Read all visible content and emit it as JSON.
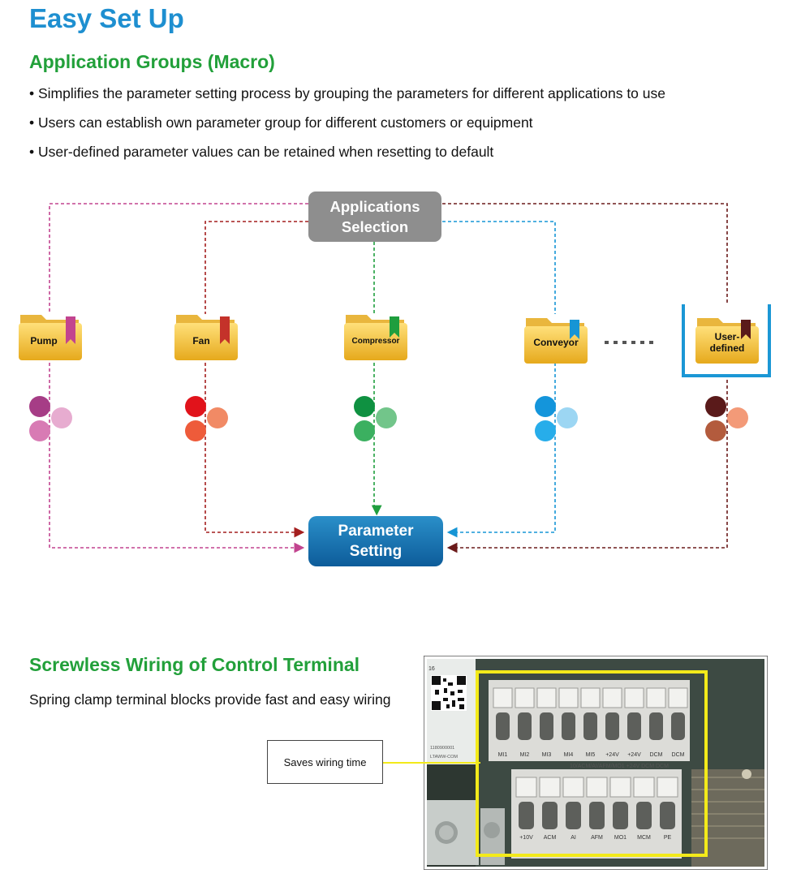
{
  "page": {
    "title": "Easy Set Up",
    "section1_heading": "Application Groups (Macro)",
    "bullets": [
      "• Simplifies the parameter setting process by grouping the parameters for different applications to use",
      "• Users can establish own parameter group for different customers or equipment",
      "• User-defined parameter values can be retained when resetting to default"
    ],
    "section2_heading": "Screwless Wiring of Control Terminal",
    "section2_text": "Spring clamp terminal blocks provide fast and easy wiring",
    "callout": "Saves wiring time"
  },
  "diagram": {
    "source_box": [
      "Applications",
      "Selection"
    ],
    "target_box": [
      "Parameter",
      "Setting"
    ],
    "ellipsis": "......",
    "folders": [
      {
        "label": "Pump",
        "color": "#c2448f",
        "dot_dark": "#a63d86",
        "dot_mid": "#d87bb4",
        "dot_light": "#e7acd0"
      },
      {
        "label": "Fan",
        "color": "#c4322a",
        "dot_dark": "#e1131b",
        "dot_mid": "#ee5b3a",
        "dot_light": "#f18a65"
      },
      {
        "label": "Compressor",
        "color": "#1f9e3e",
        "dot_dark": "#0f9141",
        "dot_mid": "#3bb060",
        "dot_light": "#72c58a"
      },
      {
        "label": "Conveyor",
        "color": "#1795d5",
        "dot_dark": "#1495db",
        "dot_mid": "#27adea",
        "dot_light": "#9cd6f3"
      },
      {
        "label": [
          "User-",
          "defined"
        ],
        "color": "#6b1b1b",
        "dot_dark": "#5a1a1a",
        "dot_mid": "#b35b3d",
        "dot_light": "#f39a78"
      }
    ]
  },
  "photo": {
    "top_terminals": [
      "MI1",
      "MI2",
      "MI3",
      "MI4",
      "MI5",
      "+24V",
      "+24V",
      "DCM",
      "DCM"
    ],
    "bottom_terminals": [
      "+10V",
      "ACM",
      "AI",
      "AFM",
      "MO1",
      "MCM",
      "PE"
    ],
    "board_text": [
      "16",
      "1180900001",
      "LTAWW-COM"
    ],
    "highlight_color": "#f3ea1a"
  }
}
